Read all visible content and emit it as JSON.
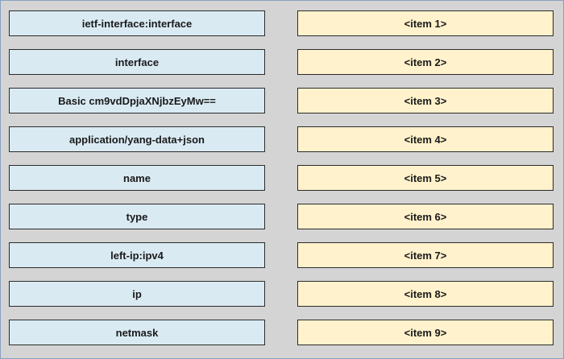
{
  "colors": {
    "background": "#d4d4d4",
    "frame_border": "#8aa0bf",
    "left_box": "#d9eaf3",
    "right_box": "#fff2cc",
    "box_border": "#2b2b2b"
  },
  "rows": [
    {
      "left": "ietf-interface:interface",
      "right": "<item 1>"
    },
    {
      "left": "interface",
      "right": "<item 2>"
    },
    {
      "left": "Basic cm9vdDpjaXNjbzEyMw==",
      "right": "<item 3>"
    },
    {
      "left": "application/yang-data+json",
      "right": "<item 4>"
    },
    {
      "left": "name",
      "right": "<item 5>"
    },
    {
      "left": "type",
      "right": "<item 6>"
    },
    {
      "left": "left-ip:ipv4",
      "right": "<item 7>"
    },
    {
      "left": "ip",
      "right": "<item 8>"
    },
    {
      "left": "netmask",
      "right": "<item 9>"
    }
  ]
}
